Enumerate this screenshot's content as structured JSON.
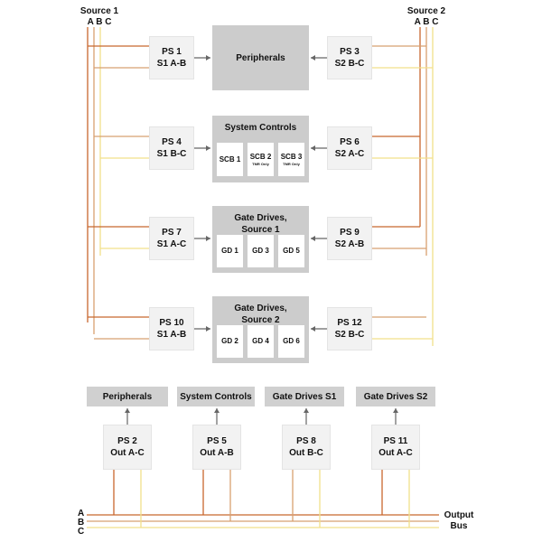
{
  "colors": {
    "line_a": "#c8672e",
    "line_b": "#d8a070",
    "line_c": "#f2e08a",
    "arrow": "#666666",
    "ps_fill": "#f2f2f2",
    "big_fill": "#cccccc",
    "out_fill": "#d0d0d0"
  },
  "sources": {
    "s1": {
      "title": "Source 1",
      "phases": "A B C"
    },
    "s2": {
      "title": "Source 2",
      "phases": "A B C"
    }
  },
  "ps_left": [
    {
      "name": "PS 1",
      "sub": "S1 A-B"
    },
    {
      "name": "PS 4",
      "sub": "S1 B-C"
    },
    {
      "name": "PS 7",
      "sub": "S1 A-C"
    },
    {
      "name": "PS 10",
      "sub": "S1 A-B"
    }
  ],
  "ps_right": [
    {
      "name": "PS 3",
      "sub": "S2 B-C"
    },
    {
      "name": "PS 6",
      "sub": "S2 A-C"
    },
    {
      "name": "PS 9",
      "sub": "S2 A-B"
    },
    {
      "name": "PS 12",
      "sub": "S2 B-C"
    }
  ],
  "centers": {
    "peripherals": {
      "title": "Peripherals"
    },
    "system_controls": {
      "title": "System Controls",
      "items": [
        {
          "label": "SCB 1",
          "note": ""
        },
        {
          "label": "SCB 2",
          "note": "TMR Only"
        },
        {
          "label": "SCB 3",
          "note": "TMR Only"
        }
      ]
    },
    "gate_drives_1": {
      "title_1": "Gate Drives,",
      "title_2": "Source 1",
      "items": [
        "GD 1",
        "GD 3",
        "GD 5"
      ]
    },
    "gate_drives_2": {
      "title_1": "Gate Drives,",
      "title_2": "Source 2",
      "items": [
        "GD 2",
        "GD 4",
        "GD 6"
      ]
    }
  },
  "outputs": [
    {
      "target": "Peripherals",
      "name": "PS 2",
      "sub": "Out A-C"
    },
    {
      "target": "System Controls",
      "name": "PS 5",
      "sub": "Out A-B"
    },
    {
      "target": "Gate Drives S1",
      "name": "PS 8",
      "sub": "Out B-C"
    },
    {
      "target": "Gate Drives S2",
      "name": "PS 11",
      "sub": "Out A-C"
    }
  ],
  "bus": {
    "phases": [
      "A",
      "B",
      "C"
    ],
    "label_1": "Output",
    "label_2": "Bus"
  }
}
